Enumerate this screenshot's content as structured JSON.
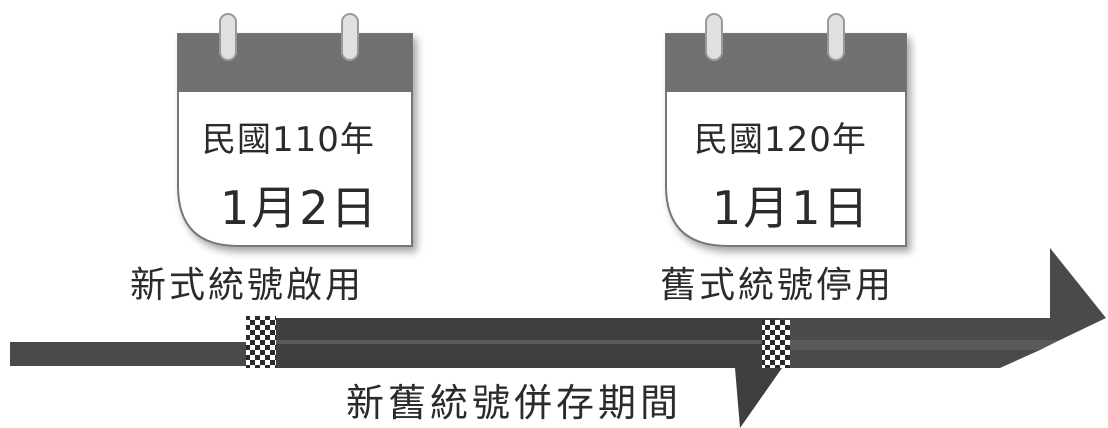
{
  "calendars": [
    {
      "year": "民國110年",
      "date": "1月2日"
    },
    {
      "year": "民國120年",
      "date": "1月1日"
    }
  ],
  "labels": {
    "start": "新式統號啟用",
    "end": "舊式統號停用",
    "period": "新舊統號併存期間"
  },
  "colors": {
    "calendar_header": "#6f6f6f",
    "calendar_body": "#ffffff",
    "bar": "#4a4a4a",
    "text": "#2b2b2b"
  }
}
